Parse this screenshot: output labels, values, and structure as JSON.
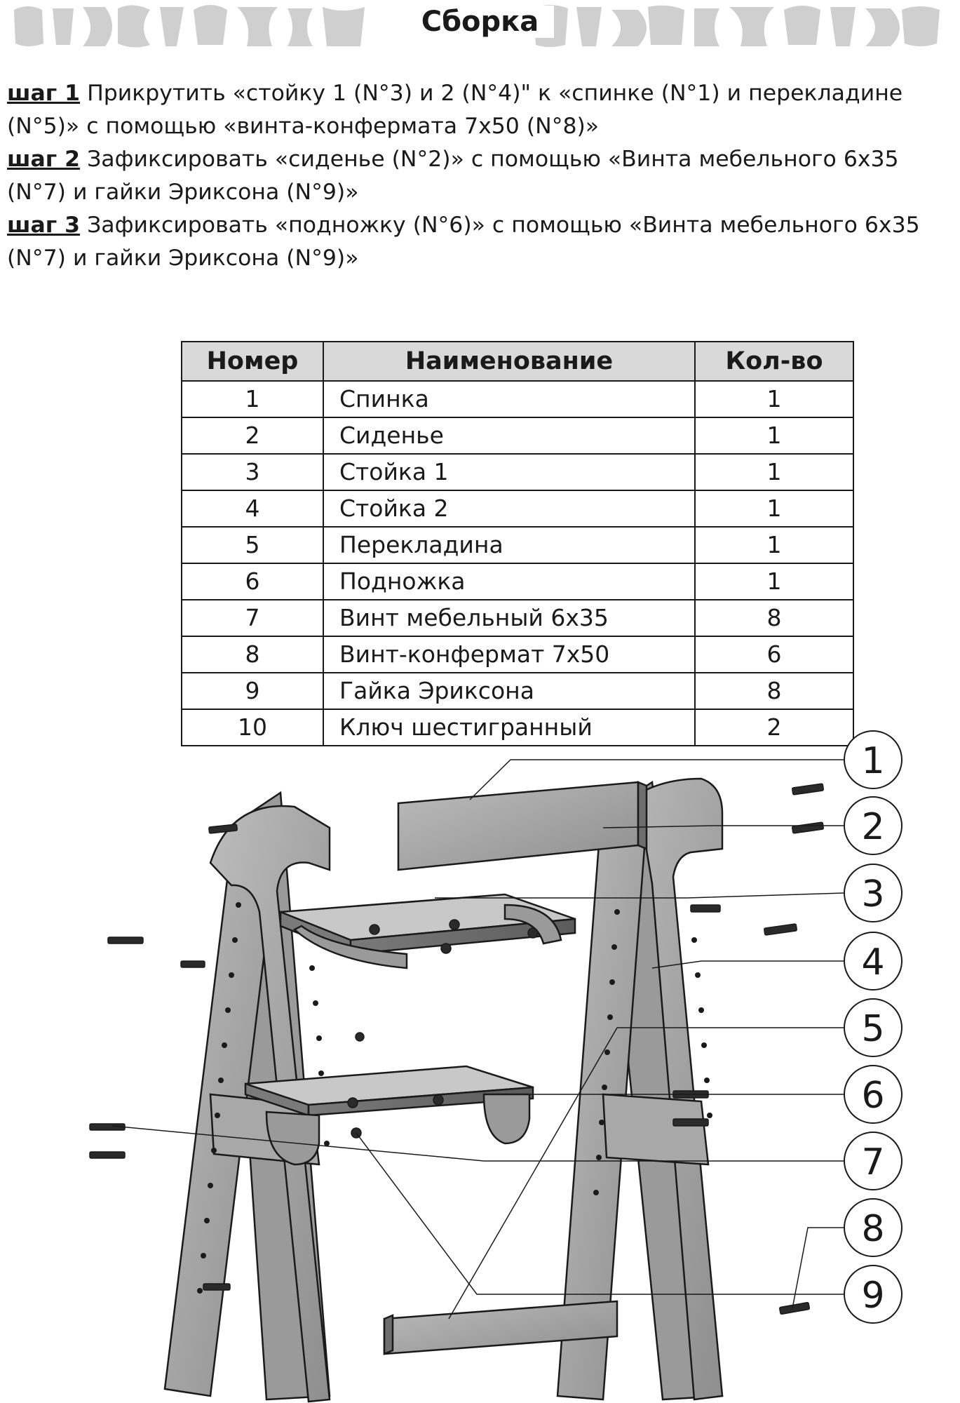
{
  "header": {
    "title": "Сборка"
  },
  "steps": [
    {
      "label": "шаг 1",
      "text": "Прикрутить «стойку 1 (N°3) и 2 (N°4)\" к «спинке (N°1) и перекладине (N°5)» с помощью «винта-конфермата 7х50 (N°8)»"
    },
    {
      "label": "шаг 2",
      "text": "Зафиксировать «сиденье (N°2)» с помощью «Винта мебельного 6х35 (N°7) и гайки Эриксона (N°9)»"
    },
    {
      "label": "шаг 3",
      "text": "Зафиксировать «подножку (N°6)» с помощью «Винта мебельного 6х35 (N°7) и гайки Эриксона (N°9)»"
    }
  ],
  "table": {
    "headers": {
      "number": "Номер",
      "name": "Наименование",
      "qty": "Кол-во"
    },
    "rows": [
      {
        "number": "1",
        "name": "Спинка",
        "qty": "1"
      },
      {
        "number": "2",
        "name": "Сиденье",
        "qty": "1"
      },
      {
        "number": "3",
        "name": "Стойка 1",
        "qty": "1"
      },
      {
        "number": "4",
        "name": "Стойка 2",
        "qty": "1"
      },
      {
        "number": "5",
        "name": "Перекладина",
        "qty": "1"
      },
      {
        "number": "6",
        "name": "Подножка",
        "qty": "1"
      },
      {
        "number": "7",
        "name": "Винт мебельный 6х35",
        "qty": "8"
      },
      {
        "number": "8",
        "name": "Винт-конфермат 7х50",
        "qty": "6"
      },
      {
        "number": "9",
        "name": "Гайка Эриксона",
        "qty": "8"
      },
      {
        "number": "10",
        "name": "Ключ шестигранный",
        "qty": "2"
      }
    ]
  },
  "callouts": [
    "1",
    "2",
    "3",
    "4",
    "5",
    "6",
    "7",
    "8",
    "9"
  ]
}
